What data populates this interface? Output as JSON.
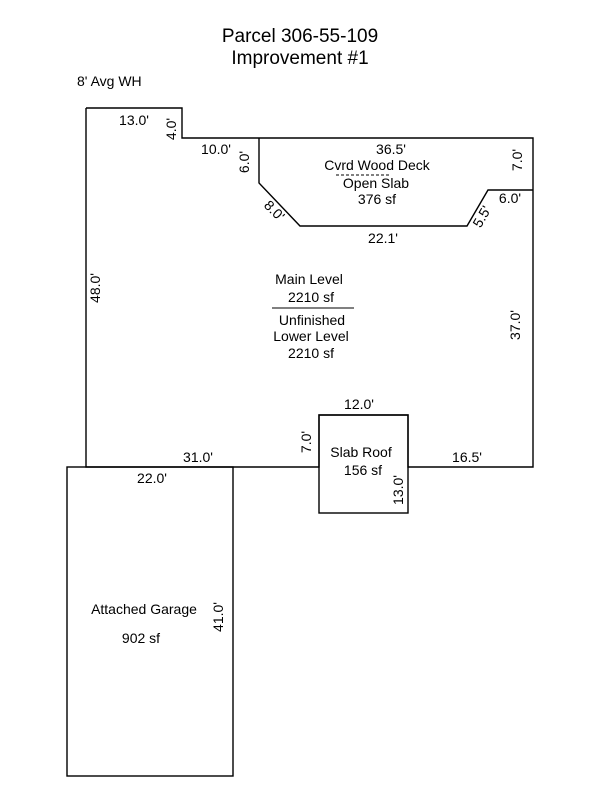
{
  "title": {
    "line1": "Parcel 306-55-109",
    "line2": "Improvement #1"
  },
  "wall_height": "8' Avg WH",
  "areas": {
    "main": {
      "name": "Main Level",
      "area": "2210 sf",
      "lower_name_1": "Unfinished",
      "lower_name_2": "Lower Level",
      "lower_area": "2210 sf"
    },
    "deck": {
      "name_1": "Cvrd Wood Deck",
      "name_2": "Open Slab",
      "area": "376 sf"
    },
    "slab_roof": {
      "name": "Slab Roof",
      "area": "156 sf"
    },
    "garage": {
      "name": "Attached Garage",
      "area": "902 sf"
    }
  },
  "dimensions": {
    "top_left": "13.0'",
    "notch_height": "4.0'",
    "step_width": "10.0'",
    "deck_left_height": "6.0'",
    "deck_diag_left": "8.0'",
    "deck_top": "36.5'",
    "deck_right_height": "7.0'",
    "deck_right_step": "6.0'",
    "deck_diag_right": "5.5'",
    "deck_bottom": "22.1'",
    "left_side": "48.0'",
    "right_side": "37.0'",
    "bottom_left": "31.0'",
    "bottom_right": "16.5'",
    "slab_top": "12.0'",
    "slab_left": "7.0'",
    "slab_right": "13.0'",
    "garage_top": "22.0'",
    "garage_side": "41.0'"
  }
}
